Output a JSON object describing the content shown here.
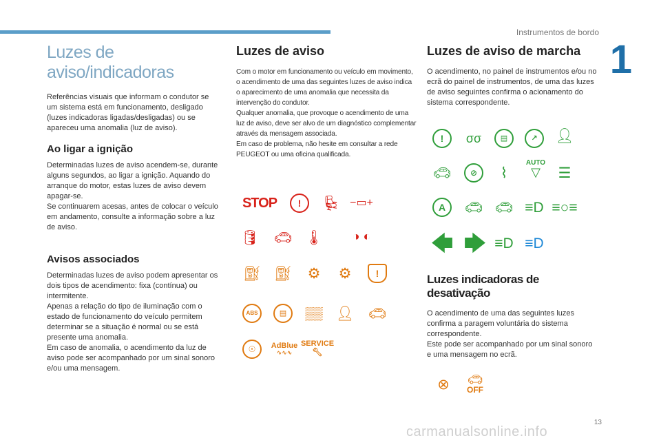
{
  "header": {
    "section": "Instrumentos de bordo",
    "chapter": "1",
    "page_number": "13"
  },
  "col1": {
    "title": "Luzes de aviso/indicadoras",
    "intro": "Referências visuais que informam o condutor se um sistema está em funcionamento, desligado (luzes indicadoras ligadas/desligadas) ou se apareceu uma anomalia (luz de aviso).",
    "ignition_heading": "Ao ligar a ignição",
    "ignition_text_1": "Determinadas luzes de aviso acendem-se, durante alguns segundos, ao ligar a ignição. Aquando do arranque do motor, estas luzes de aviso devem apagar-se.",
    "ignition_text_2": "Se continuarem acesas, antes de colocar o veículo em andamento, consulte a informação sobre a luz de aviso.",
    "assoc_heading": "Avisos associados",
    "assoc_text_1": "Determinadas luzes de aviso podem apresentar os dois tipos de acendimento: fixa (contínua) ou intermitente.",
    "assoc_text_2": "Apenas a relação do tipo de iluminação com o estado de funcionamento do veículo permitem determinar se a situação é normal ou se está presente uma anomalia.",
    "assoc_text_3": "Em caso de anomalia, o acendimento da luz de aviso pode ser acompanhado por um sinal sonoro e/ou uma mensagem."
  },
  "col2": {
    "heading": "Luzes de aviso",
    "text_1": "Com o motor em funcionamento ou veículo em movimento, o acendimento de uma das seguintes luzes de aviso indica o aparecimento de uma anomalia que necessita da intervenção do condutor.",
    "text_2": "Qualquer anomalia, que provoque o acendimento de uma luz de aviso, deve ser alvo de um diagnóstico complementar através da mensagem associada.",
    "text_3": "Em caso de problema, não hesite em consultar a rede PEUGEOT ou uma oficina qualificada.",
    "stop_label": "STOP",
    "adblue_label": "AdBlue",
    "service_label": "SERVICE"
  },
  "col3": {
    "heading": "Luzes de aviso de marcha",
    "text_1": "O acendimento, no painel de instrumentos e/ou no ecrã do painel de instrumentos, de uma das luzes de aviso seguintes confirma o acionamento do sistema correspondente.",
    "auto_label": "AUTO",
    "deact_heading": "Luzes indicadoras de desativação",
    "deact_text_1": "O acendimento de uma das seguintes luzes confirma a paragem voluntária do sistema correspondente.",
    "deact_text_2": "Este pode ser acompanhado por um sinal sonoro e uma mensagem no ecrã.",
    "off_label": "OFF"
  },
  "watermark": "carmanualsonline.info",
  "colors": {
    "accent_bar": "#5b9ec9",
    "chapter": "#1f6fa8",
    "warning_orange": "#e07a10",
    "warning_red": "#d8221a",
    "indicator_green": "#2f9e3a",
    "indicator_blue": "#1e88d6"
  }
}
